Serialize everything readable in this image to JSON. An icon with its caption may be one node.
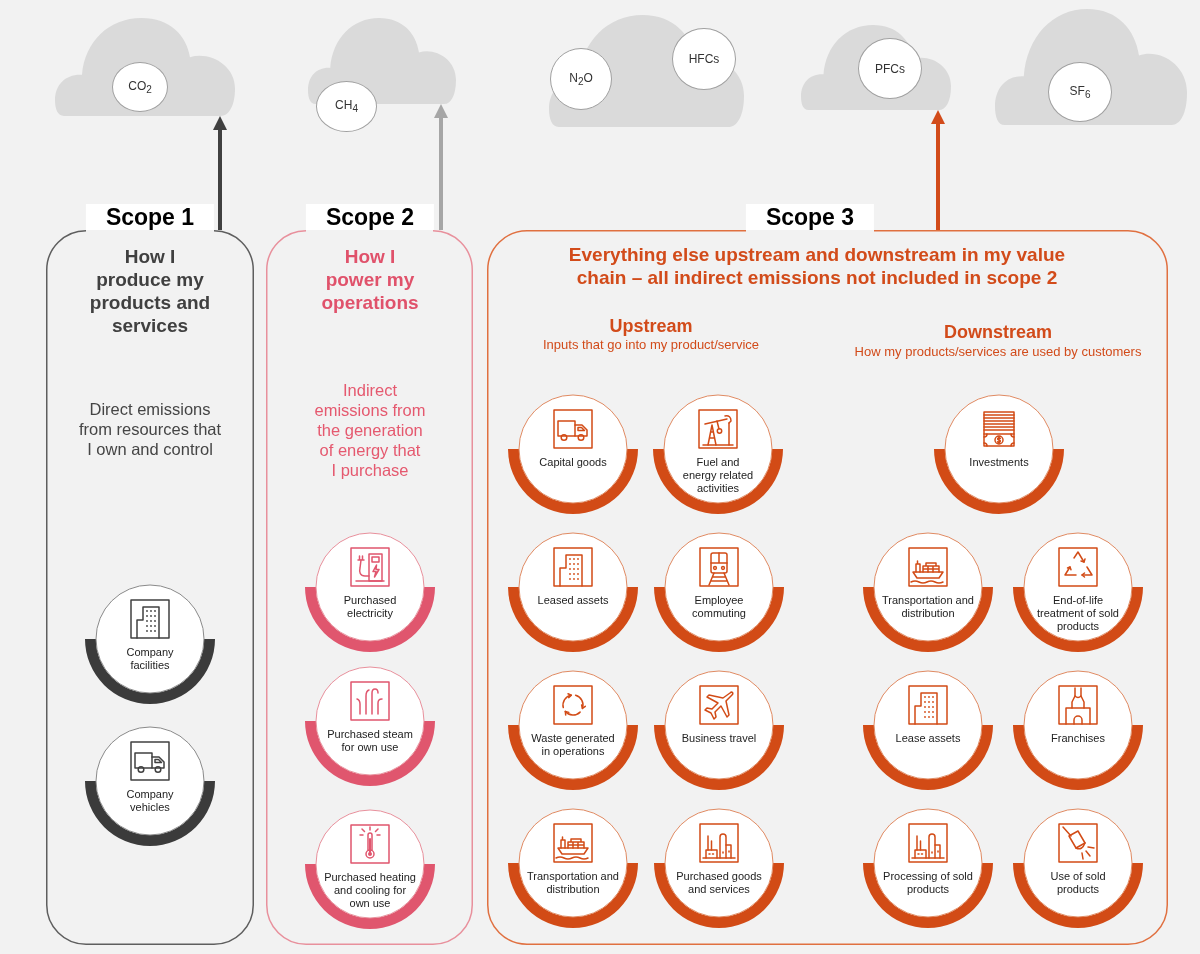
{
  "diagram": {
    "nodes": [
      {
        "text": [],
        "shape": "cloud"
      },
      {
        "text": [
          "CO$_{2}$"
        ],
        "in": 0
      },
      {
        "text": [],
        "shape": "cloud"
      },
      {
        "text": [
          "CH$_{4}$"
        ]
      },
      {
        "text": [],
        "shape": "cloud"
      },
      {
        "text": [
          "N$_{2}$O"
        ],
        "in": 4
      },
      {
        "text": [
          "HFCs"
        ],
        "in": 4
      },
      {
        "text": [],
        "shape": "cloud"
      },
      {
        "text": [
          "PFCs"
        ],
        "in": 7
      },
      {
        "text": [],
        "shape": "cloud"
      },
      {
        "text": [
          "SF$_{6}$"
        ],
        "in": 9
      },
      {
        "text": [
          "Scope 1",
          "How I produce my products and services",
          "Direct emissions from resources that I own and control"
        ]
      },
      {
        "text": [
          "Company facilities"
        ],
        "in": 11
      },
      {
        "text": [
          "Company vehicles"
        ],
        "in": 11
      },
      {
        "text": [
          "Scope 2",
          "How I power my operations",
          "Indirect emissions from the generation of energy that I purchase"
        ]
      },
      {
        "text": [
          "Purchased electricity"
        ],
        "in": 14
      },
      {
        "text": [
          "Purchased steam for own use"
        ],
        "in": 14
      },
      {
        "text": [
          "Purchased heating and cooling for own use"
        ],
        "in": 14
      },
      {
        "text": [
          "Scope 3",
          "Everything else upstream and downstream in my value chain – all indirect emissions not included in scope 2"
        ]
      },
      {
        "text": [
          "Capital goods"
        ],
        "in": 18
      },
      {
        "text": [
          "Fuel and energy related activities"
        ],
        "in": 18
      },
      {
        "text": [
          "Leased assets"
        ],
        "in": 18
      },
      {
        "text": [
          "Employee commuting"
        ],
        "in": 18
      },
      {
        "text": [
          "Waste generated in operations"
        ],
        "in": 18
      },
      {
        "text": [
          "Business travel"
        ],
        "in": 18
      },
      {
        "text": [
          "Transportation and distribution"
        ],
        "in": 18
      },
      {
        "text": [
          "Purchased goods and services"
        ],
        "in": 18
      },
      {
        "text": [
          "Investments"
        ],
        "in": 18
      },
      {
        "text": [
          "Transportation and distribution"
        ],
        "in": 18
      },
      {
        "text": [
          "End-of-life treatment of sold products"
        ],
        "in": 18
      },
      {
        "text": [
          "Lease assets"
        ],
        "in": 18
      },
      {
        "text": [
          "Franchises"
        ],
        "in": 18
      },
      {
        "text": [
          "Processing of sold products"
        ],
        "in": 18
      },
      {
        "text": [
          "Use of sold products"
        ],
        "in": 18
      }
    ],
    "edges": [
      {
        "from": 11,
        "to": 0,
        "arrow": "to",
        "color": "#404040"
      },
      {
        "from": 14,
        "to": 2,
        "arrow": "to",
        "color": "#a6a6a6"
      },
      {
        "from": 18,
        "to": 7,
        "arrow": "to",
        "color": "#d24b1a"
      }
    ],
    "labels": [
      "Upstream",
      "Inputs that go into my product/service",
      "Downstream",
      "How my products/services are used by customers"
    ]
  }
}
